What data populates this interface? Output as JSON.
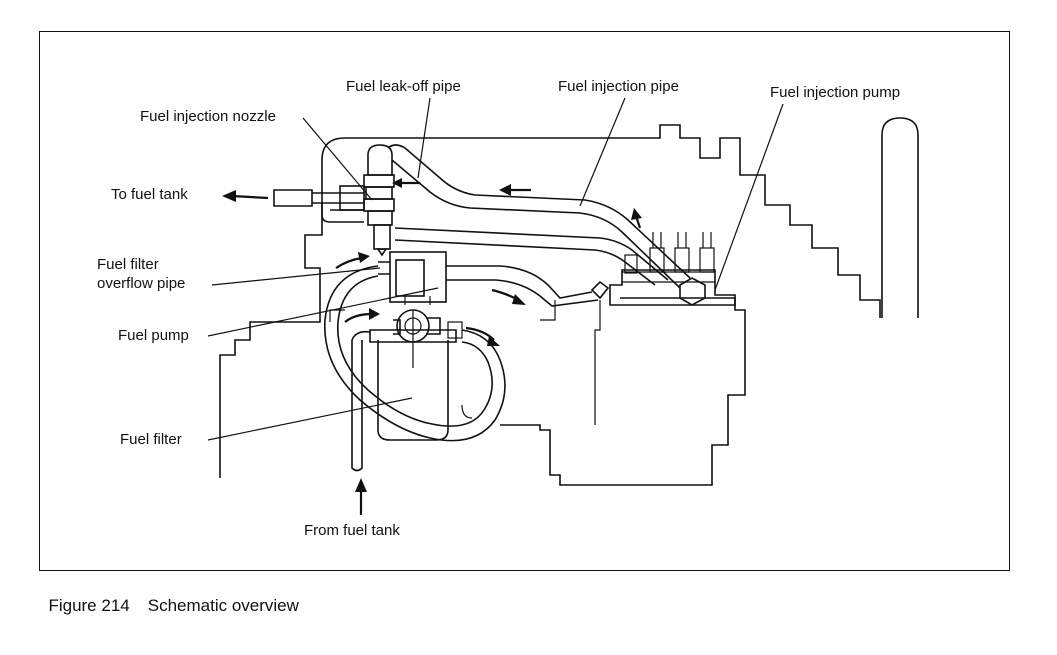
{
  "labels": {
    "fuel_leak_off_pipe": "Fuel leak-off pipe",
    "fuel_injection_pipe": "Fuel injection pipe",
    "fuel_injection_pump": "Fuel injection pump",
    "fuel_injection_nozzle": "Fuel injection nozzle",
    "to_fuel_tank": "To fuel tank",
    "fuel_filter_overflow_pipe_line1": "Fuel filter",
    "fuel_filter_overflow_pipe_line2": "overflow pipe",
    "fuel_pump": "Fuel pump",
    "fuel_filter": "Fuel filter",
    "from_fuel_tank": "From fuel tank"
  },
  "caption": {
    "number": "Figure 214",
    "title": "Schematic overview"
  }
}
